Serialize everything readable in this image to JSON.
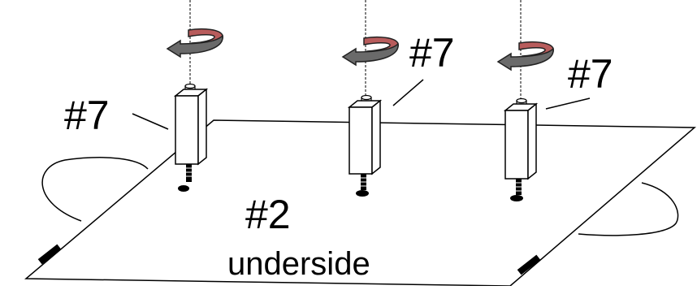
{
  "parts": [
    {
      "label": "#7"
    },
    {
      "label": "#7"
    },
    {
      "label": "#7"
    }
  ],
  "panel": {
    "label": "#2",
    "sublabel": "underside"
  },
  "colors": {
    "line": "#000000",
    "panel_fill": "#ffffff",
    "arrow_top": "#b85c5c",
    "arrow_bottom": "#6a6a6a",
    "arrow_edge": "#222222"
  },
  "icons": {
    "rotation": "counterclockwise-rotation-arrow-icon",
    "foot": "threaded-foot-icon"
  }
}
